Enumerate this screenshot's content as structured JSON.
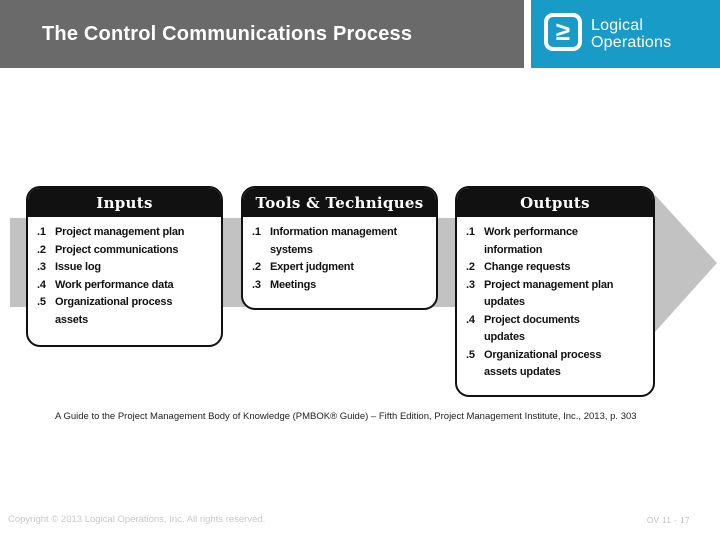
{
  "title": "The Control Communications Process",
  "logo": {
    "mark": "≥",
    "line1": "Logical",
    "line2": "Operations"
  },
  "diagram": {
    "boxes": [
      {
        "header": "Inputs",
        "items": [
          {
            "num": ".1",
            "text": "Project management plan"
          },
          {
            "num": ".2",
            "text": "Project communications"
          },
          {
            "num": ".3",
            "text": "Issue log"
          },
          {
            "num": ".4",
            "text": "Work performance data"
          },
          {
            "num": ".5",
            "text": "Organizational process\nassets"
          }
        ]
      },
      {
        "header": "Tools & Techniques",
        "items": [
          {
            "num": ".1",
            "text": "Information management\nsystems"
          },
          {
            "num": ".2",
            "text": "Expert judgment"
          },
          {
            "num": ".3",
            "text": "Meetings"
          }
        ]
      },
      {
        "header": "Outputs",
        "items": [
          {
            "num": ".1",
            "text": "Work performance\ninformation"
          },
          {
            "num": ".2",
            "text": "Change requests"
          },
          {
            "num": ".3",
            "text": "Project management plan\nupdates"
          },
          {
            "num": ".4",
            "text": "Project documents\nupdates"
          },
          {
            "num": ".5",
            "text": "Organizational process\nassets updates"
          }
        ]
      }
    ]
  },
  "citation": "A Guide to the Project Management Body of Knowledge (PMBOK® Guide) – Fifth Edition, Project Management Institute, Inc., 2013, p. 303",
  "footer": {
    "copyright": "Copyright © 2013 Logical Operations, Inc. All rights reserved.",
    "page_number": "OV 11 - 17"
  },
  "colors": {
    "header_bar": "#6a6a6a",
    "logo_background": "#199bc8",
    "arrow": "#c2c2c2",
    "box_header": "#111111"
  }
}
